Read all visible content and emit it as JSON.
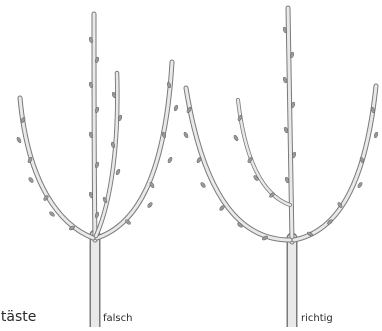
{
  "labels": {
    "cut_left": "itäste",
    "wrong": "falsch",
    "right": "richtig"
  },
  "colors": {
    "outline": "#7a7a7a",
    "fill": "#e9e9e9",
    "bud": "#9a9a9a"
  }
}
